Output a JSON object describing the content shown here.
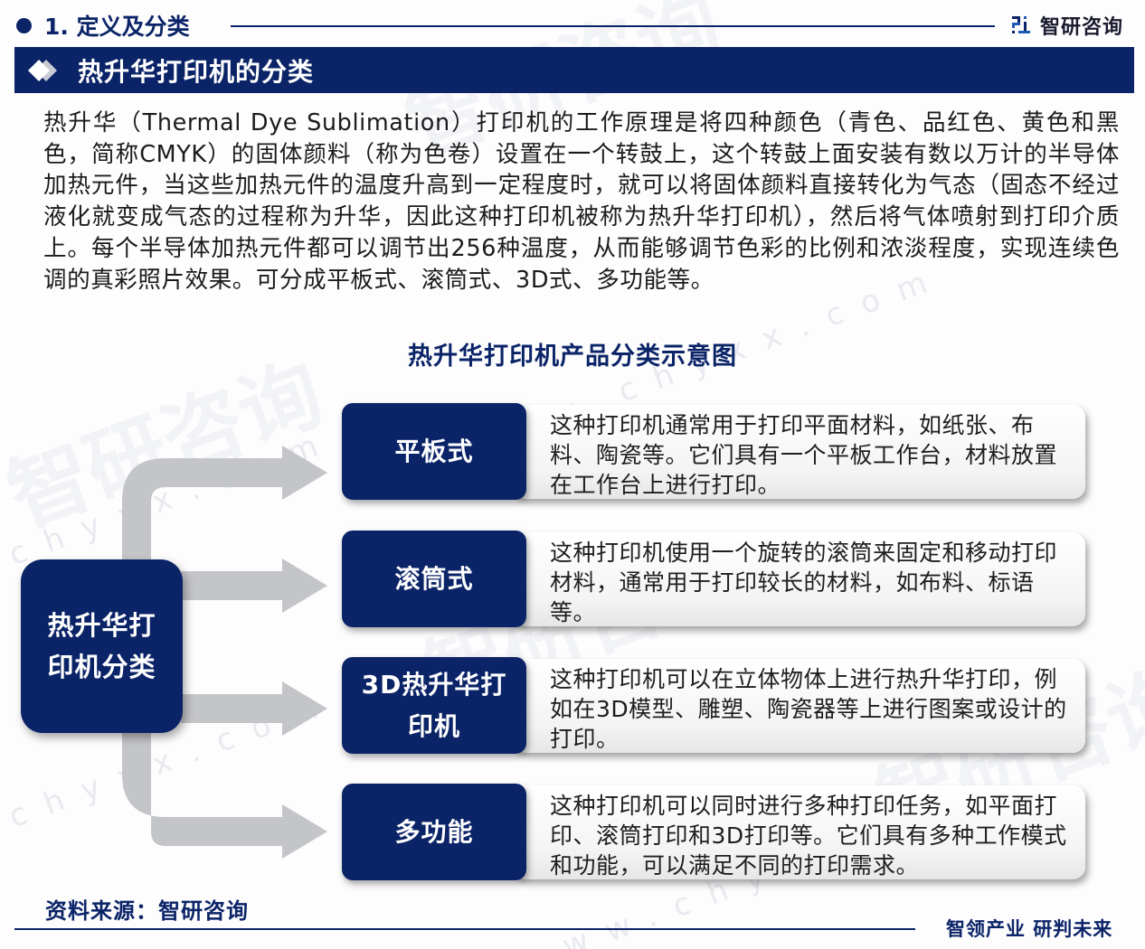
{
  "header": {
    "section_title": "1. 定义及分类",
    "brand_name": "智研咨询",
    "brand_logo_icon": "zhiyan-logo-icon"
  },
  "banner": {
    "title": "热升华打印机的分类",
    "icon": "double-diamond-icon"
  },
  "intro": {
    "text": "热升华（Thermal Dye Sublimation）打印机的工作原理是将四种颜色（青色、品红色、黄色和黑色，简称CMYK）的固体颜料（称为色卷）设置在一个转鼓上，这个转鼓上面安装有数以万计的半导体加热元件，当这些加热元件的温度升高到一定程度时，就可以将固体颜料直接转化为气态（固态不经过液化就变成气态的过程称为升华，因此这种打印机被称为热升华打印机），然后将气体喷射到打印介质上。每个半导体加热元件都可以调节出256种温度，从而能够调节色彩的比例和浓淡程度，实现连续色调的真彩照片效果。可分成平板式、滚筒式、3D式、多功能等。"
  },
  "diagram": {
    "title": "热升华打印机产品分类示意图",
    "root": {
      "label": "热升华打印机分类"
    },
    "categories": [
      {
        "label": "平板式",
        "description": "这种打印机通常用于打印平面材料，如纸张、布料、陶瓷等。它们具有一个平板工作台，材料放置在工作台上进行打印。"
      },
      {
        "label": "滚筒式",
        "description": "这种打印机使用一个旋转的滚筒来固定和移动打印材料，通常用于打印较长的材料，如布料、标语等。"
      },
      {
        "label": "3D热升华打印机",
        "description": "这种打印机可以在立体物体上进行热升华打印，例如在3D模型、雕塑、陶瓷器等上进行图案或设计的打印。"
      },
      {
        "label": "多功能",
        "description": "这种打印机可以同时进行多种打印任务，如平面打印、滚筒打印和3D打印等。它们具有多种工作模式和功能，可以满足不同的打印需求。"
      }
    ]
  },
  "footer": {
    "source": "资料来源：智研咨询",
    "slogan": "智领产业 研判未来"
  },
  "colors": {
    "primary_navy": "#0b2468",
    "arrow_gray": "#c4c5c8",
    "logo_blue": "#1e5bb8",
    "text_dark": "#1b1b1b"
  }
}
